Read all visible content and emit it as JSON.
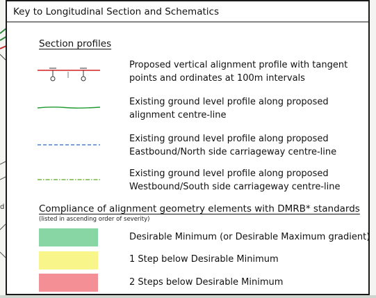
{
  "header": {
    "title": "Key to Longitudinal Section and Schematics"
  },
  "section_profiles": {
    "title": "Section profiles",
    "items": [
      {
        "line1": "Proposed vertical alignment profile with tangent",
        "line2": "points and ordinates at 100m intervals",
        "symbol": "red-profile-icon"
      },
      {
        "line1": "Existing ground level profile along proposed",
        "line2": "alignment centre-line",
        "symbol": "green-line-icon"
      },
      {
        "line1": "Existing ground level profile along proposed",
        "line2": "Eastbound/North side carriageway centre-line",
        "symbol": "blue-dashed-line-icon"
      },
      {
        "line1": "Existing ground level profile along proposed",
        "line2": "Westbound/South side carriageway centre-line",
        "symbol": "green-dashdot-line-icon"
      }
    ]
  },
  "compliance": {
    "title": "Compliance of alignment geometry elements with DMRB* standards",
    "note": "(listed in ascending order of severity)",
    "items": [
      {
        "label": "Desirable Minimum (or Desirable Maximum gradient)",
        "color": "#88d6a4"
      },
      {
        "label": "1 Step below Desirable Minimum",
        "color": "#f8f58a"
      },
      {
        "label": "2 Steps below Desirable Minimum",
        "color": "#f58f96"
      }
    ]
  },
  "colors": {
    "profile_red": "#d42020",
    "ground_green": "#1e9a2e",
    "dashed_blue": "#2f63c8",
    "dashdot_green": "#5aa61c"
  }
}
